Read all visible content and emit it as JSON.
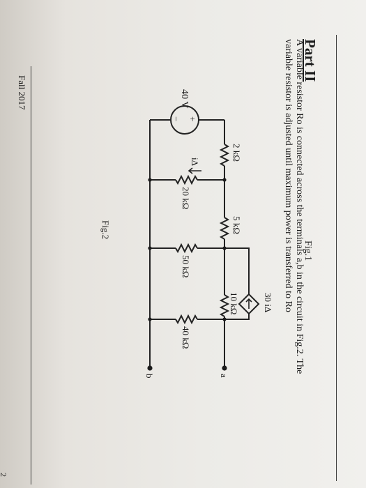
{
  "document": {
    "fig1_label": "Fig.1",
    "part_title": "Part II",
    "description_line1": "A variable resistor Ro is connected across the terminals a,b in the circuit in Fig.2. The",
    "description_line2": "variable resistor is adjusted until maximum power is transferred to Ro",
    "fig2_label": "Fig.2",
    "footer": "Fall 2017",
    "page_number": "2"
  },
  "circuit": {
    "source_voltage": "40 V",
    "source_plus": "+",
    "source_minus": "−",
    "r_2k": "2 kΩ",
    "r_5k": "5 kΩ",
    "r_10k": "10 kΩ",
    "r_20k": "20 kΩ",
    "r_50k": "50 kΩ",
    "r_40k": "40 kΩ",
    "dependent_source": "30 iΔ",
    "control_current": "iΔ",
    "terminal_a": "a",
    "terminal_b": "b"
  }
}
